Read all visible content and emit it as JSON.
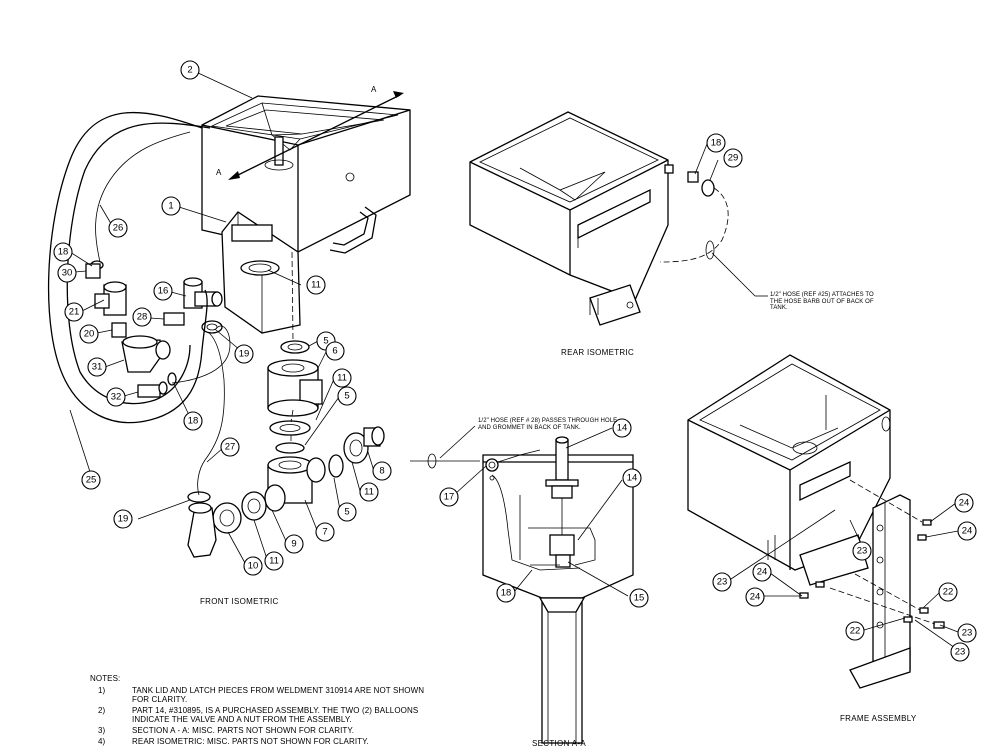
{
  "views": {
    "front": "FRONT ISOMETRIC",
    "rear": "REAR ISOMETRIC",
    "section": "SECTION A-A",
    "frame": "FRAME ASSEMBLY"
  },
  "section_marks": {
    "a1": "A",
    "a2": "A"
  },
  "callouts": {
    "rear_hose": "1/2\" HOSE (REF #25) ATTACHES TO THE HOSE BARB OUT OF BACK OF TANK.",
    "section_hose": "1/2\" HOSE (REF # 28) PASSES THROUGH HOLE AND GROMMET IN BACK OF TANK."
  },
  "notes": {
    "heading": "NOTES:",
    "items": [
      {
        "num": "1)",
        "text": "TANK LID AND LATCH PIECES FROM WELDMENT 310914 ARE NOT SHOWN FOR CLARITY."
      },
      {
        "num": "2)",
        "text": "PART 14, #310895, IS A PURCHASED ASSEMBLY. THE TWO (2) BALLOONS INDICATE THE VALVE AND A NUT FROM THE ASSEMBLY."
      },
      {
        "num": "3)",
        "text": "SECTION A - A: MISC. PARTS NOT SHOWN FOR CLARITY."
      },
      {
        "num": "4)",
        "text": "REAR ISOMETRIC: MISC. PARTS NOT SHOWN FOR CLARITY."
      }
    ]
  },
  "balloons": {
    "b2": "2",
    "b1": "1",
    "b26": "26",
    "b18a": "18",
    "b30": "30",
    "b21": "21",
    "b16": "16",
    "b28": "28",
    "b20": "20",
    "b31": "31",
    "b19a": "19",
    "b32": "32",
    "b18b": "18",
    "b11a": "11",
    "b5a": "5",
    "b6": "6",
    "b11b": "11",
    "b5b": "5",
    "b25": "25",
    "b27": "27",
    "b8": "8",
    "b11c": "11",
    "b5c": "5",
    "b7": "7",
    "b9": "9",
    "b11d": "11",
    "b10": "10",
    "b19b": "19",
    "b18c": "18",
    "b29": "29",
    "b14a": "14",
    "b14b": "14",
    "b17": "17",
    "b18d": "18",
    "b15": "15",
    "b24a": "24",
    "b24b": "24",
    "b23a": "23",
    "b23b": "23",
    "b24c": "24",
    "b24d": "24",
    "b22a": "22",
    "b22b": "22",
    "b23c": "23",
    "b23d": "23"
  }
}
